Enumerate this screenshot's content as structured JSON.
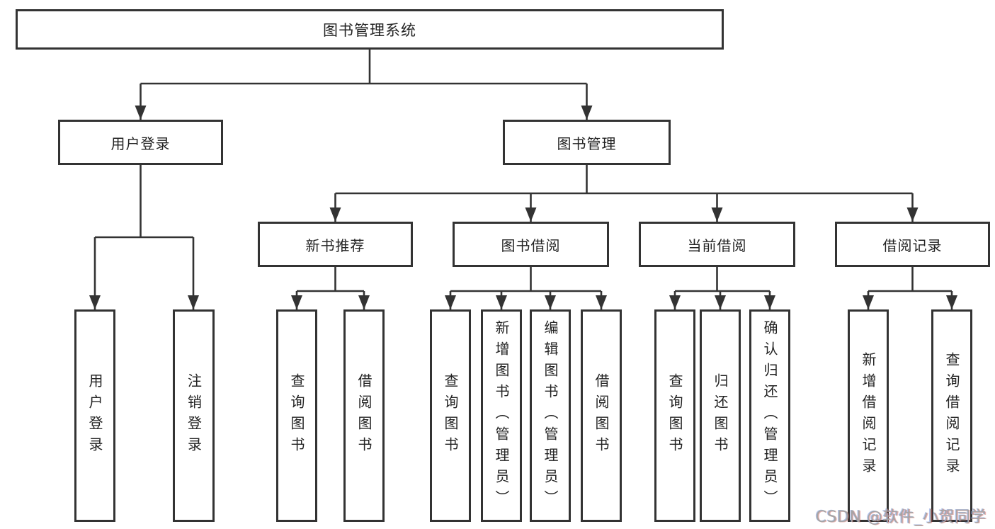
{
  "diagram": {
    "root": {
      "label": "图书管理系统"
    },
    "level2": [
      {
        "label": "用户登录"
      },
      {
        "label": "图书管理"
      }
    ],
    "level3": [
      {
        "label": "新书推荐"
      },
      {
        "label": "图书借阅"
      },
      {
        "label": "当前借阅"
      },
      {
        "label": "借阅记录"
      }
    ],
    "leaves": [
      {
        "label": "用户登录"
      },
      {
        "label": "注销登录"
      },
      {
        "label": "查询图书"
      },
      {
        "label": "借阅图书"
      },
      {
        "label": "查询图书"
      },
      {
        "label": "新增图书（管理员）"
      },
      {
        "label": "编辑图书（管理员）"
      },
      {
        "label": "借阅图书"
      },
      {
        "label": "查询图书"
      },
      {
        "label": "归还图书"
      },
      {
        "label": "确认归还（管理员）"
      },
      {
        "label": "新增借阅记录"
      },
      {
        "label": "查询借阅记录"
      }
    ]
  },
  "watermark": {
    "text": "CSDN @软件_小贺同学"
  },
  "colors": {
    "line": "#333333",
    "background": "#ffffff",
    "text": "#232323",
    "watermark": "#a5a5a5"
  }
}
